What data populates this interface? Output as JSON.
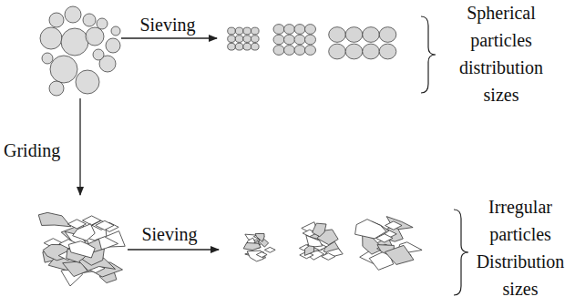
{
  "diagram": {
    "labels": [
      "Sieving",
      "Griding",
      "Sieving",
      "Spherical particles distribution sizes",
      "Irregular particles Distribution sizes"
    ]
  }
}
